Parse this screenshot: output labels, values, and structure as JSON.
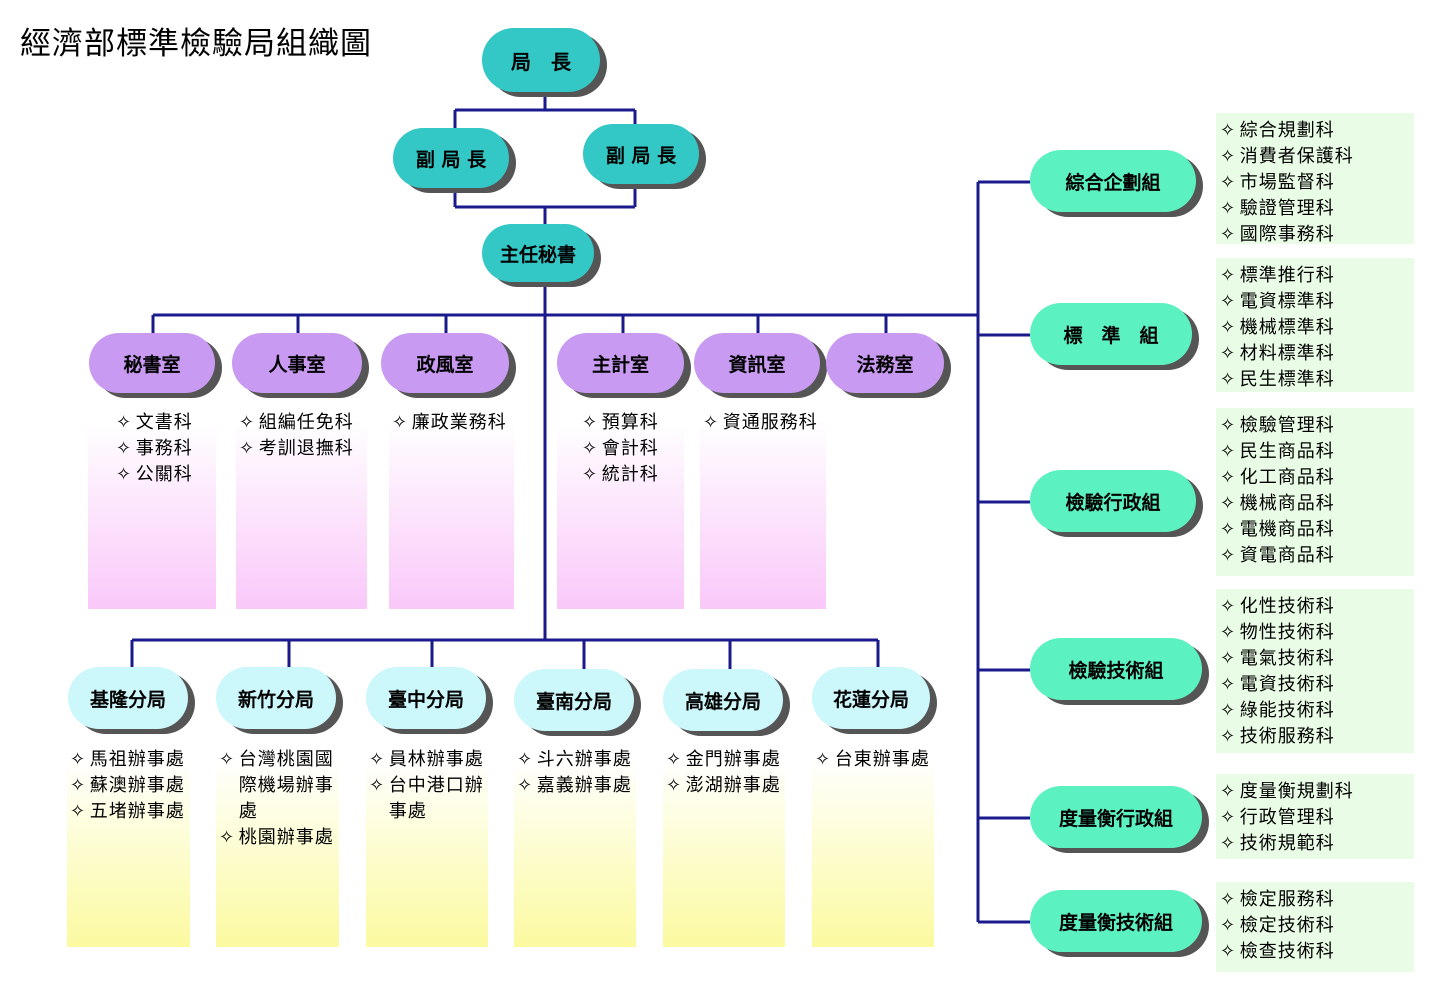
{
  "title": "經濟部標準檢驗局組織圖",
  "colors": {
    "line": "#1a1a8c",
    "director": "#33c7c5",
    "office": "#c89af1",
    "branch": "#ccf7fb",
    "group": "#5cf1c0",
    "shadow": "#555555"
  },
  "marker": "✧",
  "director": "局　長",
  "deputies": [
    "副 局 長",
    "副 局 長"
  ],
  "secretary": "主任秘書",
  "offices": [
    {
      "name": "秘書室",
      "items": [
        "文書科",
        "事務科",
        "公關科"
      ]
    },
    {
      "name": "人事室",
      "items": [
        "組編任免科",
        "考訓退撫科"
      ]
    },
    {
      "name": "政風室",
      "items": [
        "廉政業務科"
      ]
    },
    {
      "name": "主計室",
      "items": [
        "預算科",
        "會計科",
        "統計科"
      ]
    },
    {
      "name": "資訊室",
      "items": [
        "資通服務科"
      ]
    },
    {
      "name": "法務室",
      "items": []
    }
  ],
  "branches": [
    {
      "name": "基隆分局",
      "items": [
        "馬祖辦事處",
        "蘇澳辦事處",
        "五堵辦事處"
      ]
    },
    {
      "name": "新竹分局",
      "items": [
        "台灣桃園國際機場辦事處",
        "桃園辦事處"
      ]
    },
    {
      "name": "臺中分局",
      "items": [
        "員林辦事處",
        "台中港口辦事處"
      ]
    },
    {
      "name": "臺南分局",
      "items": [
        "斗六辦事處",
        "嘉義辦事處"
      ]
    },
    {
      "name": "高雄分局",
      "items": [
        "金門辦事處",
        "澎湖辦事處"
      ]
    },
    {
      "name": "花蓮分局",
      "items": [
        "台東辦事處"
      ]
    }
  ],
  "groups": [
    {
      "name": "綜合企劃組",
      "items": [
        "綜合規劃科",
        "消費者保護科",
        "市場監督科",
        "驗證管理科",
        "國際事務科"
      ]
    },
    {
      "name": "標　準　組",
      "items": [
        "標準推行科",
        "電資標準科",
        "機械標準科",
        "材料標準科",
        "民生標準科"
      ]
    },
    {
      "name": "檢驗行政組",
      "items": [
        "檢驗管理科",
        "民生商品科",
        "化工商品科",
        "機械商品科",
        "電機商品科",
        "資電商品科"
      ]
    },
    {
      "name": "檢驗技術組",
      "items": [
        "化性技術科",
        "物性技術科",
        "電氣技術科",
        "電資技術科",
        "綠能技術科",
        "技術服務科"
      ]
    },
    {
      "name": "度量衡行政組",
      "items": [
        "度量衡規劃科",
        "行政管理科",
        "技術規範科"
      ]
    },
    {
      "name": "度量衡技術組",
      "items": [
        "檢定服務科",
        "檢定技術科",
        "檢查技術科"
      ]
    }
  ]
}
